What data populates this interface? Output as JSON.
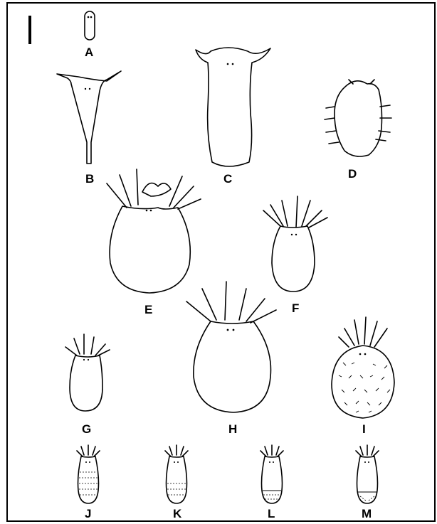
{
  "figure": {
    "labels": {
      "A": "A",
      "B": "B",
      "C": "C",
      "D": "D",
      "E": "E",
      "F": "F",
      "G": "G",
      "H": "H",
      "I": "I",
      "J": "J",
      "K": "K",
      "L": "L",
      "M": "M"
    }
  }
}
